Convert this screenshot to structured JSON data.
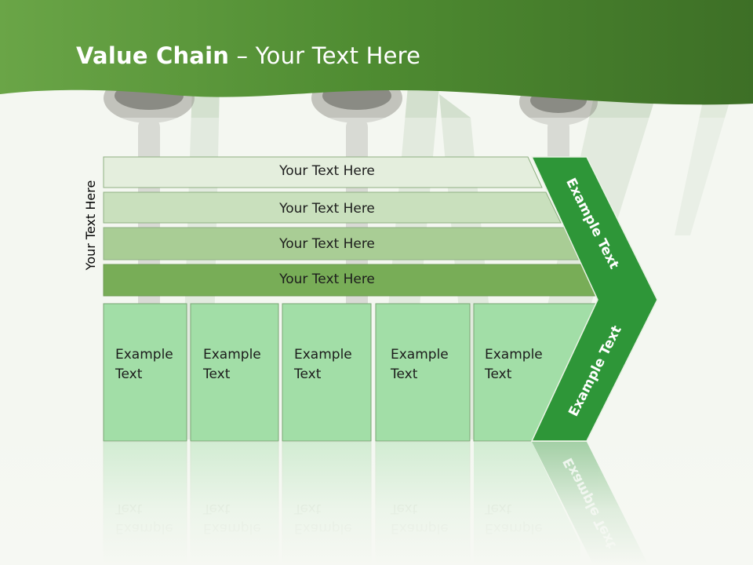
{
  "title": {
    "bold": "Value Chain",
    "rest": " – Your Text Here"
  },
  "side_label": "Your Text Here",
  "rows": [
    {
      "label": "Your Text Here",
      "color": "#e4eedd"
    },
    {
      "label": "Your Text Here",
      "color": "#c9e0bd"
    },
    {
      "label": "Your Text Here",
      "color": "#a9cd95"
    },
    {
      "label": "Your Text Here",
      "color": "#78ad57"
    }
  ],
  "cells": [
    {
      "line1": "Example",
      "line2": "Text"
    },
    {
      "line1": "Example",
      "line2": "Text"
    },
    {
      "line1": "Example",
      "line2": "Text"
    },
    {
      "line1": "Example",
      "line2": "Text"
    },
    {
      "line1": "Example",
      "line2": "Text"
    }
  ],
  "chevron": {
    "upper": "Example Text",
    "lower": "Example Text",
    "color": "#2e9638"
  },
  "colors": {
    "header": "#4f8a30",
    "cell": "#a2dea7",
    "cell_border": "#7aa574"
  }
}
